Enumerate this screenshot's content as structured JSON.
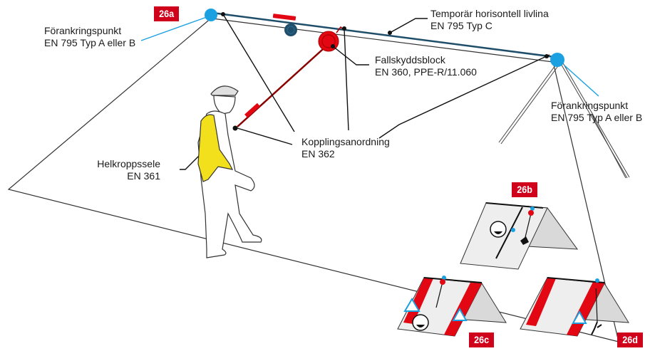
{
  "figure": {
    "badges": {
      "main": "26a",
      "scenario_b": "26b",
      "scenario_c": "26c",
      "scenario_d": "26d"
    },
    "labels": {
      "anchor_left": {
        "line1": "Förankringspunkt",
        "line2": "EN 795 Typ A eller B"
      },
      "lifeline": {
        "line1": "Temporär horisontell livlina",
        "line2": "EN 795 Typ C"
      },
      "fall_arrester": {
        "line1": "Fallskyddsblock",
        "line2": "EN 360, PPE-R/11.060"
      },
      "anchor_right": {
        "line1": "Förankringspunkt",
        "line2": "EN 795 Typ A eller B"
      },
      "connector": {
        "line1": "Kopplingsanordning",
        "line2": "EN 362"
      },
      "harness": {
        "line1": "Helkroppssele",
        "line2": "EN 361"
      }
    },
    "colors": {
      "badge_red": "#d0021b",
      "anchor_blue": "#1ba1e2",
      "lifeline_navy": "#1f4e6b",
      "device_red": "#e30613",
      "harness_yellow": "#f2e01c",
      "roof_gray": "#e6e6e6",
      "hazard_red": "#e30613"
    },
    "icons": [
      "anchor-point-icon",
      "fall-arrest-block-icon",
      "warning-icon",
      "skull-warning-icon",
      "smiley-icon"
    ]
  }
}
